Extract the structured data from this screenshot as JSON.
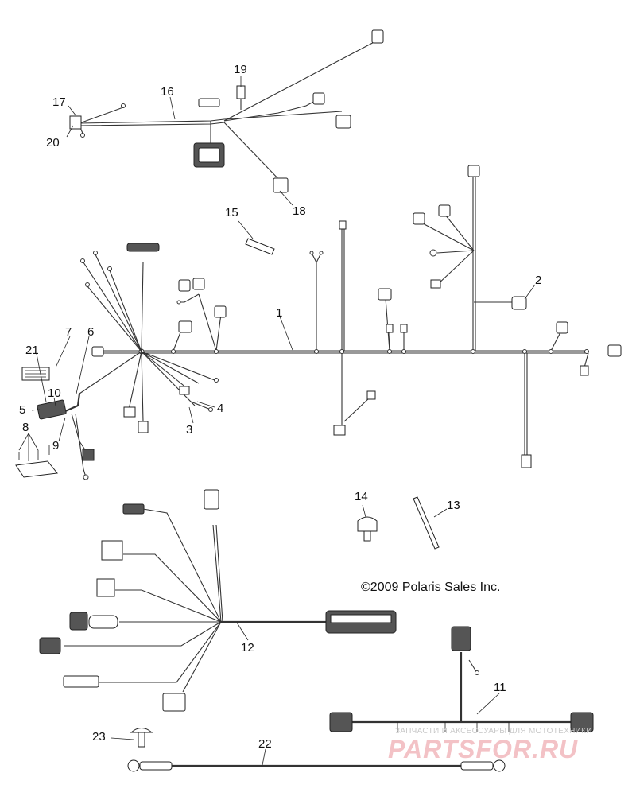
{
  "callouts": {
    "c1": "1",
    "c2": "2",
    "c3": "3",
    "c4": "4",
    "c5": "5",
    "c6": "6",
    "c7": "7",
    "c8": "8",
    "c9": "9",
    "c10": "10",
    "c11": "11",
    "c12": "12",
    "c13": "13",
    "c14": "14",
    "c15": "15",
    "c16": "16",
    "c17": "17",
    "c18": "18",
    "c19": "19",
    "c20": "20",
    "c21": "21",
    "c22": "22",
    "c23": "23"
  },
  "copyright": "©2009 Polaris Sales Inc.",
  "watermark": {
    "tagline": "ЗАПЧАСТИ И АКСЕССУАРЫ ДЛЯ МОТОТЕХНИКИ",
    "logo": "PARTSFOR.RU"
  }
}
